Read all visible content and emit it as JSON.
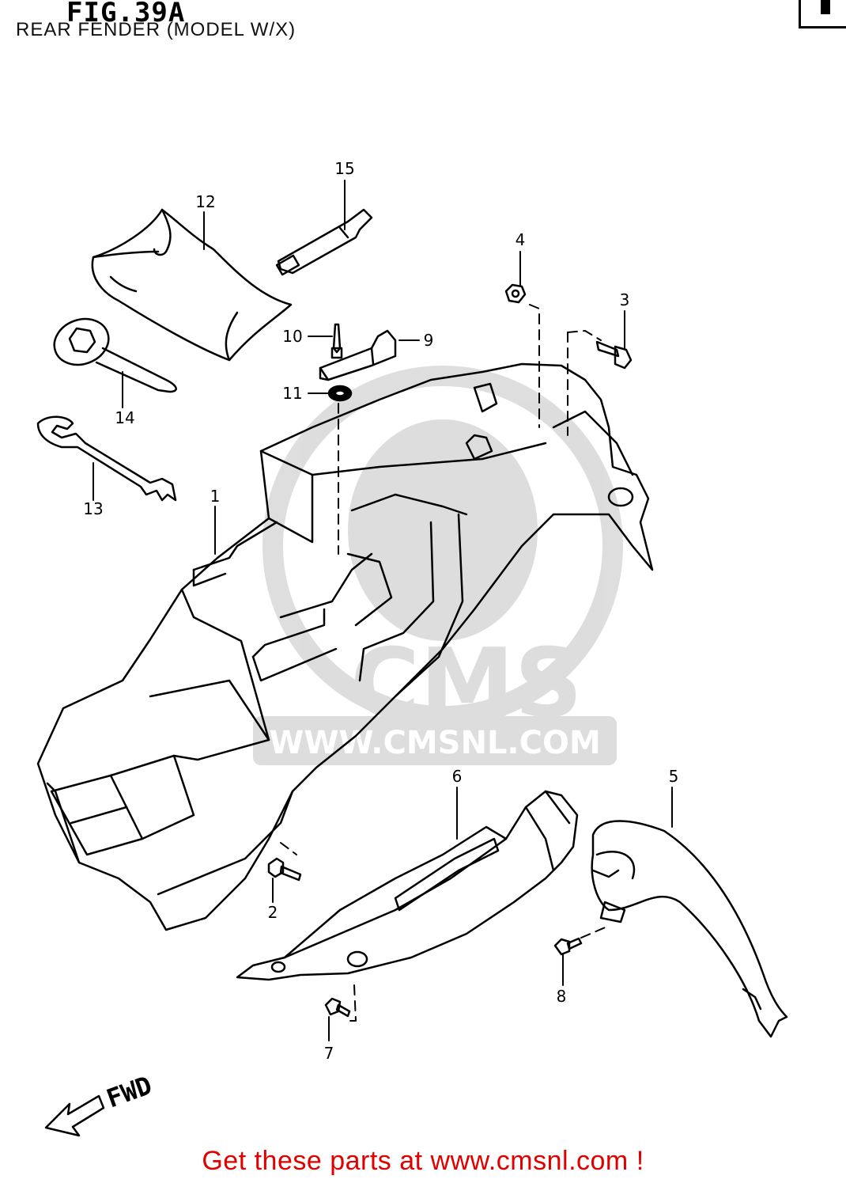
{
  "figure": {
    "title": "FIG.39A",
    "subtitle": "REAR FENDER (MODEL W/X)",
    "direction_label": "FWD"
  },
  "watermark": {
    "brand": "CMS",
    "url": "WWW.CMSNL.COM"
  },
  "callouts": [
    {
      "id": "callout-1",
      "number": "1"
    },
    {
      "id": "callout-2",
      "number": "2"
    },
    {
      "id": "callout-3",
      "number": "3"
    },
    {
      "id": "callout-4",
      "number": "4"
    },
    {
      "id": "callout-5",
      "number": "5"
    },
    {
      "id": "callout-6",
      "number": "6"
    },
    {
      "id": "callout-7",
      "number": "7"
    },
    {
      "id": "callout-8",
      "number": "8"
    },
    {
      "id": "callout-9",
      "number": "9"
    },
    {
      "id": "callout-10",
      "number": "10"
    },
    {
      "id": "callout-11",
      "number": "11"
    },
    {
      "id": "callout-12",
      "number": "12"
    },
    {
      "id": "callout-13",
      "number": "13"
    },
    {
      "id": "callout-14",
      "number": "14"
    },
    {
      "id": "callout-15",
      "number": "15"
    }
  ],
  "footer": {
    "text": "Get these parts at www.cmsnl.com !",
    "color": "#e00000"
  }
}
